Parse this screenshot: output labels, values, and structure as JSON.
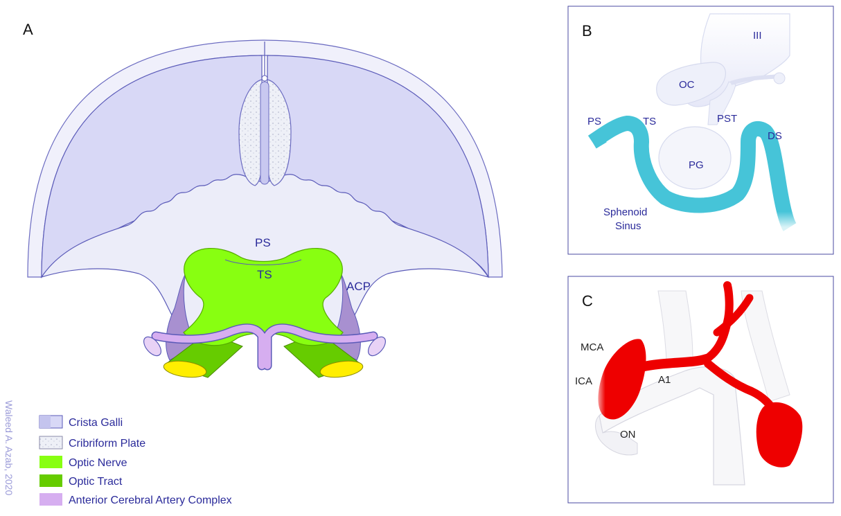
{
  "panel_a": {
    "letter": "A",
    "labels": {
      "ps": "PS",
      "ts": "TS",
      "acp": "ACP"
    }
  },
  "panel_b": {
    "letter": "B",
    "labels": {
      "iii": "III",
      "oc": "OC",
      "ps": "PS",
      "ts": "TS",
      "pst": "PST",
      "ds": "DS",
      "pg": "PG",
      "sinus_line1": "Sphenoid",
      "sinus_line2": "Sinus"
    }
  },
  "panel_c": {
    "letter": "C",
    "labels": {
      "mca": "MCA",
      "ica": "ICA",
      "a1": "A1",
      "on": "ON"
    }
  },
  "legend": {
    "items": [
      {
        "label": "Crista Galli",
        "color": "#d8d8f6"
      },
      {
        "label": "Cribriform Plate",
        "color": "#eceff6"
      },
      {
        "label": "Optic Nerve",
        "color": "#88ff11"
      },
      {
        "label": "Optic Tract",
        "color": "#66cc00"
      },
      {
        "label": "Anterior Cerebral Artery Complex",
        "color": "#d6aef0"
      }
    ]
  },
  "credit": "Waleed A. Azab, 2020",
  "colors": {
    "skull": "#d8d8f6",
    "floor": "#ecedf9",
    "outline": "#5a5ab8",
    "sinus_wall": "#46c4d8",
    "artery": "#ee0000",
    "acp": "#a890d0"
  }
}
